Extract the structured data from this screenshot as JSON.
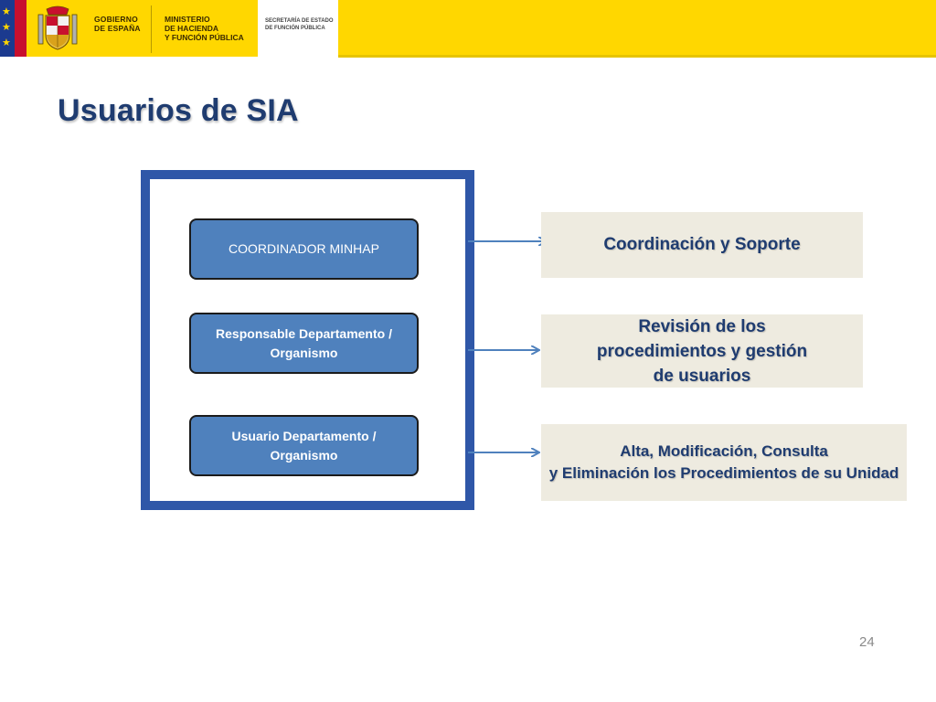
{
  "header": {
    "gov_line1": "GOBIERNO",
    "gov_line2": "DE ESPAÑA",
    "ministry_line1": "MINISTERIO",
    "ministry_line2": "DE HACIENDA",
    "ministry_line3": "Y FUNCIÓN PÚBLICA",
    "secretary_line1": "SECRETARÍA DE ESTADO",
    "secretary_line2": "DE FUNCIÓN PÚBLICA"
  },
  "title": "Usuarios de SIA",
  "roles": [
    {
      "label_line1": "COORDINADOR MINHAP",
      "label_line2": ""
    },
    {
      "label_line1": "Responsable Departamento /",
      "label_line2": "Organismo"
    },
    {
      "label_line1": "Usuario Departamento /",
      "label_line2": "Organismo"
    }
  ],
  "descriptions": [
    {
      "lines": [
        "Coordinación y Soporte"
      ]
    },
    {
      "lines": [
        "Revisión de los",
        "procedimientos y gestión",
        "de usuarios"
      ]
    },
    {
      "lines": [
        "Alta, Modificación, Consulta",
        "y Eliminación los Procedimientos de su Unidad"
      ]
    }
  ],
  "page_number": "24",
  "colors": {
    "header_yellow": "#ffd700",
    "frame_blue": "#2f57a8",
    "role_blue": "#4f81bd",
    "title_navy": "#1f3c70",
    "desc_bg": "#eeebe0",
    "arrow": "#4f81bd"
  }
}
